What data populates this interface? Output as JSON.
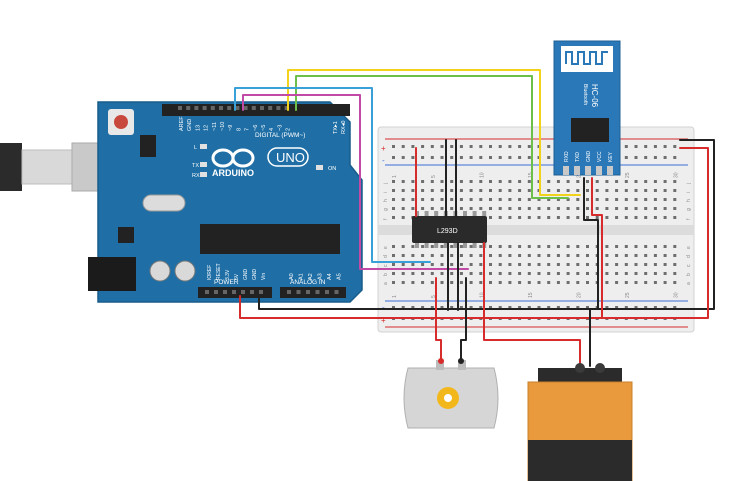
{
  "arduino": {
    "brand": "ARDUINO",
    "model": "UNO",
    "digital_label": "DIGITAL (PWM~)",
    "power_label": "POWER",
    "analog_label": "ANALOG IN",
    "on_label": "ON",
    "tx_label": "TX",
    "rx_label": "RX",
    "l_label": "L",
    "txrx_pins": [
      "TX▸1",
      "RX◂0"
    ],
    "digital_pins": [
      "AREF",
      "GND",
      "13",
      "12",
      "~11",
      "~10",
      "~9",
      "8",
      "7",
      "~6",
      "~5",
      "4",
      "~3",
      "2"
    ],
    "power_pins": [
      "IOREF",
      "RESET",
      "3.3V",
      "5V",
      "GND",
      "GND",
      "Vin"
    ],
    "analog_pins": [
      "A0",
      "A1",
      "A2",
      "A3",
      "A4",
      "A5"
    ]
  },
  "breadboard": {
    "top_plus": "+",
    "top_minus": "-",
    "bottom_plus": "+",
    "bottom_minus": "-",
    "col_numbers": [
      "1",
      "5",
      "10",
      "15",
      "20",
      "25",
      "30"
    ],
    "top_rows": [
      "j",
      "i",
      "h",
      "g",
      "f"
    ],
    "bottom_rows": [
      "e",
      "d",
      "c",
      "b",
      "a"
    ]
  },
  "ic": {
    "label": "L293D"
  },
  "bluetooth": {
    "model": "HC-06",
    "brand": "Bluetooth",
    "pins": [
      "RXD",
      "TXD",
      "GND",
      "VCC",
      "KEY"
    ]
  },
  "colors": {
    "board_blue": "#1f6fa6",
    "wire_yellow": "#f2d21b",
    "wire_green": "#6cc04a",
    "wire_blue": "#3aa0d8",
    "wire_magenta": "#c04aa6",
    "wire_red": "#d62c2c",
    "wire_black": "#222222",
    "battery_orange": "#e89a3c"
  }
}
